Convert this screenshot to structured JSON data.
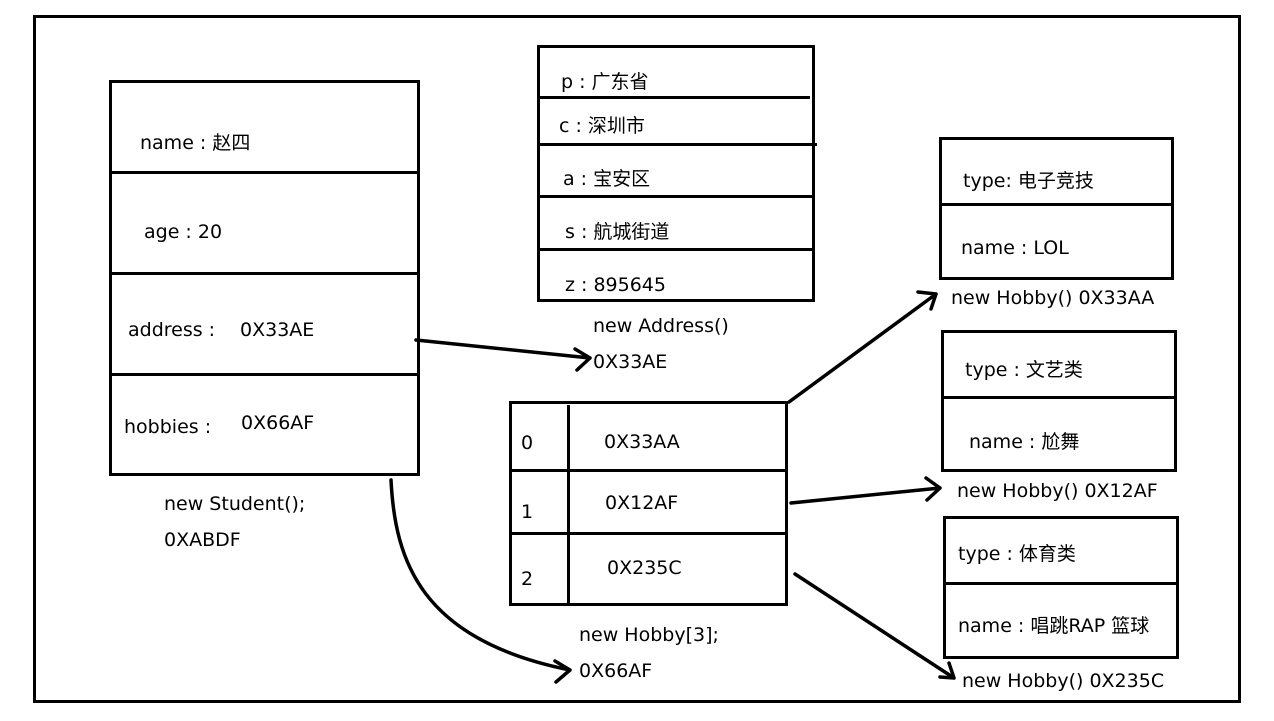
{
  "student": {
    "fields": [
      {
        "label": "name : 赵四",
        "value": ""
      },
      {
        "label": "age : 20",
        "value": ""
      },
      {
        "label": "address :",
        "value": "0X33AE"
      },
      {
        "label": "hobbies :",
        "value": "0X66AF"
      }
    ],
    "caption_line1": "new Student();",
    "caption_line2": "0XABDF"
  },
  "address": {
    "fields": [
      "p : 广东省",
      "c : 深圳市",
      "a : 宝安区",
      "s : 航城街道",
      "z : 895645"
    ],
    "caption_line1": "new Address()",
    "caption_line2": "0X33AE"
  },
  "hobby_array": {
    "rows": [
      {
        "index": "0",
        "ref": "0X33AA"
      },
      {
        "index": "1",
        "ref": "0X12AF"
      },
      {
        "index": "2",
        "ref": "0X235C"
      }
    ],
    "caption_line1": "new Hobby[3];",
    "caption_line2": "0X66AF"
  },
  "hobbies": [
    {
      "type": "type: 电子竞技",
      "name": "name : LOL",
      "caption": "new Hobby() 0X33AA"
    },
    {
      "type": "type : 文艺类",
      "name": "name : 尬舞",
      "caption": "new Hobby() 0X12AF"
    },
    {
      "type": "type : 体育类",
      "name": "name : 唱跳RAP 篮球",
      "caption": "new Hobby() 0X235C"
    }
  ]
}
